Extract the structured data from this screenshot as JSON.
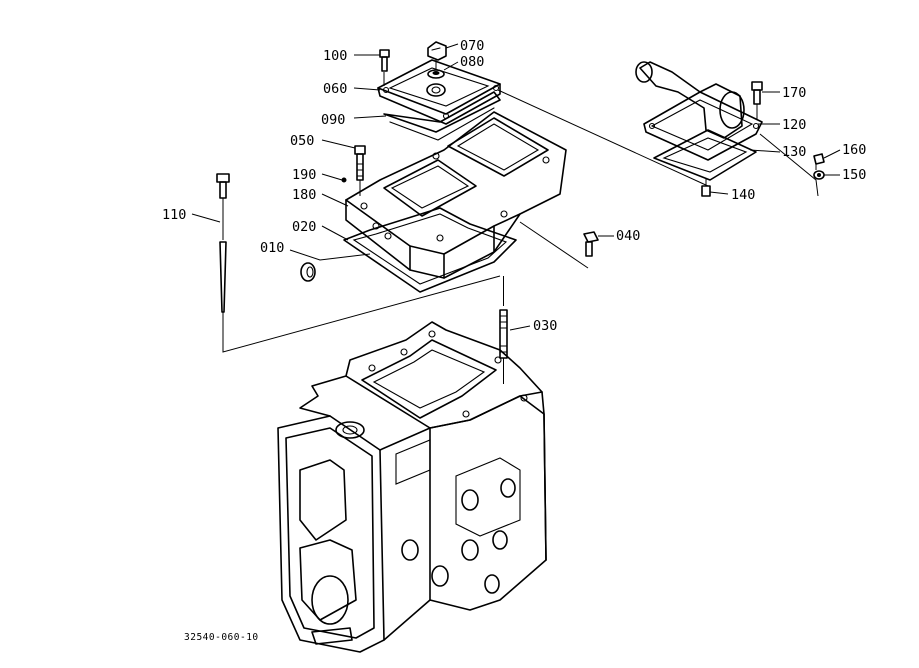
{
  "diagram": {
    "part_labels": [
      {
        "id": "p100",
        "text": "100"
      },
      {
        "id": "p070",
        "text": "070"
      },
      {
        "id": "p080",
        "text": "080"
      },
      {
        "id": "p060",
        "text": "060"
      },
      {
        "id": "p090",
        "text": "090"
      },
      {
        "id": "p050",
        "text": "050"
      },
      {
        "id": "p190",
        "text": "190"
      },
      {
        "id": "p180",
        "text": "180"
      },
      {
        "id": "p110",
        "text": "110"
      },
      {
        "id": "p020",
        "text": "020"
      },
      {
        "id": "p010",
        "text": "010"
      },
      {
        "id": "p040",
        "text": "040"
      },
      {
        "id": "p030",
        "text": "030"
      },
      {
        "id": "p170",
        "text": "170"
      },
      {
        "id": "p120",
        "text": "120"
      },
      {
        "id": "p130",
        "text": "130"
      },
      {
        "id": "p160",
        "text": "160"
      },
      {
        "id": "p150",
        "text": "150"
      },
      {
        "id": "p140",
        "text": "140"
      }
    ],
    "drawing_code": "32540-060-10"
  }
}
